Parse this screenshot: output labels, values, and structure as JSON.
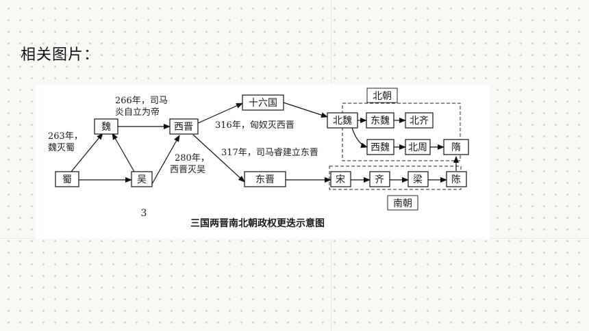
{
  "page": {
    "heading": "相关图片："
  },
  "diagram": {
    "nodes": {
      "shu": "蜀",
      "wei": "魏",
      "wu": "吴",
      "xijin": "西晋",
      "shiliuguo": "十六国",
      "dongjin": "东晋",
      "beiwei": "北魏",
      "dongwei": "东魏",
      "beiqi": "北齐",
      "xiwei": "西魏",
      "beizhou": "北周",
      "sui": "隋",
      "song": "宋",
      "qi": "齐",
      "liang": "梁",
      "chen": "陈"
    },
    "groups": {
      "beichao": "北朝",
      "nanchao": "南朝"
    },
    "annotations": {
      "a263_line1": "263年，",
      "a263_line2": "魏灭蜀",
      "a266_line1": "266年，司马",
      "a266_line2": "炎自立为帝",
      "a280_line1": "280年，",
      "a280_line2": "西晋灭吴",
      "a316": "316年，匈奴灭西晋",
      "a317": "317年，司马睿建立东晋"
    },
    "figure_number": "3",
    "caption": "三国两晋南北朝政权更迭示意图"
  }
}
